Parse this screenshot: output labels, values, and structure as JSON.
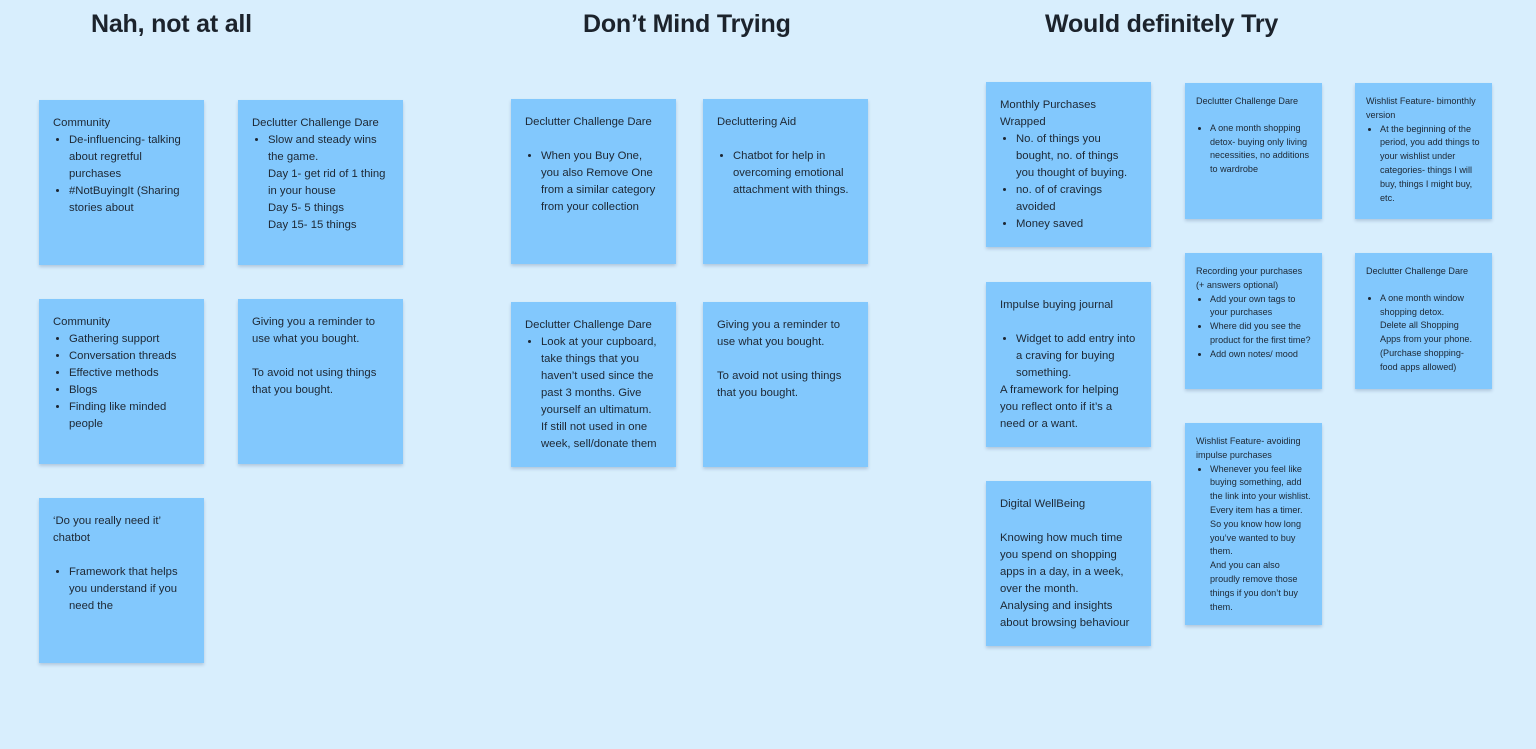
{
  "columns": {
    "nah": {
      "heading": "Nah, not at all"
    },
    "dont_mind": {
      "heading": "Don’t Mind Trying"
    },
    "definitely": {
      "heading": "Would definitely Try"
    }
  },
  "notes": {
    "n1": {
      "title": "Community",
      "bullets": [
        "De-influencing- talking about regretful purchases",
        "#NotBuyingIt (Sharing stories about"
      ]
    },
    "n2": {
      "title": "Declutter Challenge Dare",
      "bullets": [
        "Slow and steady wins the game."
      ],
      "lines": [
        "Day 1- get rid of 1 thing in your house",
        "Day 5- 5 things",
        "Day 15- 15 things"
      ]
    },
    "n3": {
      "title": "Community",
      "bullets": [
        "Gathering support",
        "Conversation threads",
        "Effective methods",
        "Blogs",
        "Finding like minded people"
      ]
    },
    "n4": {
      "para1": "Giving you a reminder to use what you bought.",
      "para2": "To avoid not using things that you bought."
    },
    "n5": {
      "title": "‘Do you really need it’ chatbot",
      "bullets": [
        "Framework that helps you understand if you need the"
      ]
    },
    "d1": {
      "title": "Declutter Challenge Dare",
      "bullets": [
        "When you Buy One, you also Remove One from a similar category from your collection"
      ]
    },
    "d2": {
      "title": "Decluttering Aid",
      "bullets": [
        "Chatbot for help in overcoming emotional attachment with things."
      ]
    },
    "d3": {
      "title": "Declutter Challenge Dare",
      "bullets": [
        "Look at your cupboard, take things that you haven’t used since the past 3 months. Give yourself an ultimatum."
      ],
      "lines": [
        "If still not used in one week, sell/donate them"
      ]
    },
    "d4": {
      "para1": "Giving you a reminder to use what you bought.",
      "para2": "To avoid not using things that you bought."
    },
    "w1": {
      "title": "Monthly Purchases Wrapped",
      "bullets": [
        "No. of things you bought, no. of things you thought of buying.",
        "no. of of cravings avoided",
        "Money saved"
      ]
    },
    "w2": {
      "title": "Impulse buying journal",
      "bullets": [
        "Widget to add entry into a craving for buying something."
      ],
      "lines": [
        "A framework for helping you reflect onto if it’s a need or a want."
      ]
    },
    "w3": {
      "title": "Digital WellBeing",
      "para1": "Knowing how much time you spend on shopping apps in a day, in a week, over the month.",
      "para2": "Analysing and insights about browsing behaviour"
    },
    "w4": {
      "title": "Declutter Challenge Dare",
      "bullets": [
        "A one month shopping detox- buying only living necessities, no additions to wardrobe"
      ]
    },
    "w5": {
      "title": "Wishlist Feature- bimonthly version",
      "bullets": [
        "At the beginning of the period, you add things to your wishlist under categories- things I will buy, things I might buy, etc."
      ]
    },
    "w6": {
      "title": "Recording your purchases (+ answers optional)",
      "bullets": [
        "Add your own tags to your purchases",
        "Where did you see the product for the first time?",
        "Add own notes/ mood"
      ]
    },
    "w7": {
      "title": "Declutter Challenge Dare",
      "bullets": [
        "A one month window shopping detox."
      ],
      "lines": [
        "Delete all Shopping Apps from your phone.",
        "(Purchase shopping- food apps allowed)"
      ]
    },
    "w8": {
      "title": "Wishlist Feature- avoiding impulse purchases",
      "bullets": [
        "Whenever you feel like buying something, add the link into your wishlist. Every item has a timer. So you know how long you’ve wanted to buy them."
      ],
      "lines": [
        "And you can also proudly remove those things if you don’t buy them."
      ]
    }
  },
  "colors": {
    "canvas": "#d8eefd",
    "sticky_note": "#82c8fd",
    "heading_text": "#1c232c"
  }
}
